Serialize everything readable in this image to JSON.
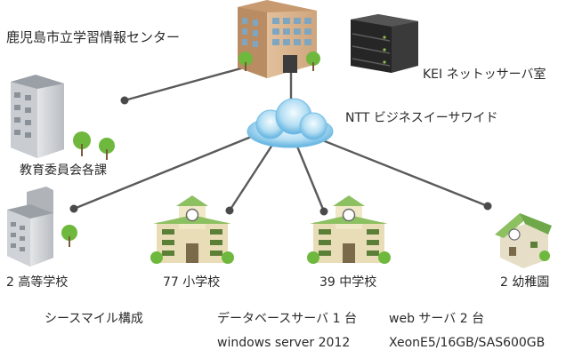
{
  "center": {
    "label": "鹿児島市立学習情報センター"
  },
  "server_room": {
    "label": "KEI ネットッサーバ室"
  },
  "cloud": {
    "label": "NTT ビジネスイーサワイド"
  },
  "education_board": {
    "label": "教育委員会各課"
  },
  "high_schools": {
    "label": "2 高等学校"
  },
  "elementary": {
    "label": "77 小学校"
  },
  "junior_high": {
    "label": "39 中学校"
  },
  "kindergartens": {
    "label": "2 幼稚園"
  },
  "notes": {
    "simile": "シースマイル構成",
    "db_server": "データベースサーバ 1 台",
    "web_server": "web サーバ 2 台",
    "os": "windows server 2012",
    "spec": "XeonE5/16GB/SAS600GB"
  },
  "colors": {
    "line": "#5a5a5a",
    "dot": "#4a4a4a",
    "cloud_light": "#e3f4fc",
    "cloud_dark": "#63b4e0",
    "building_tan": "#d9b48f",
    "server": "#2e2e2e",
    "school": "#e9ddb8",
    "roof_green": "#8cc060",
    "tree": "#6eb83e"
  }
}
